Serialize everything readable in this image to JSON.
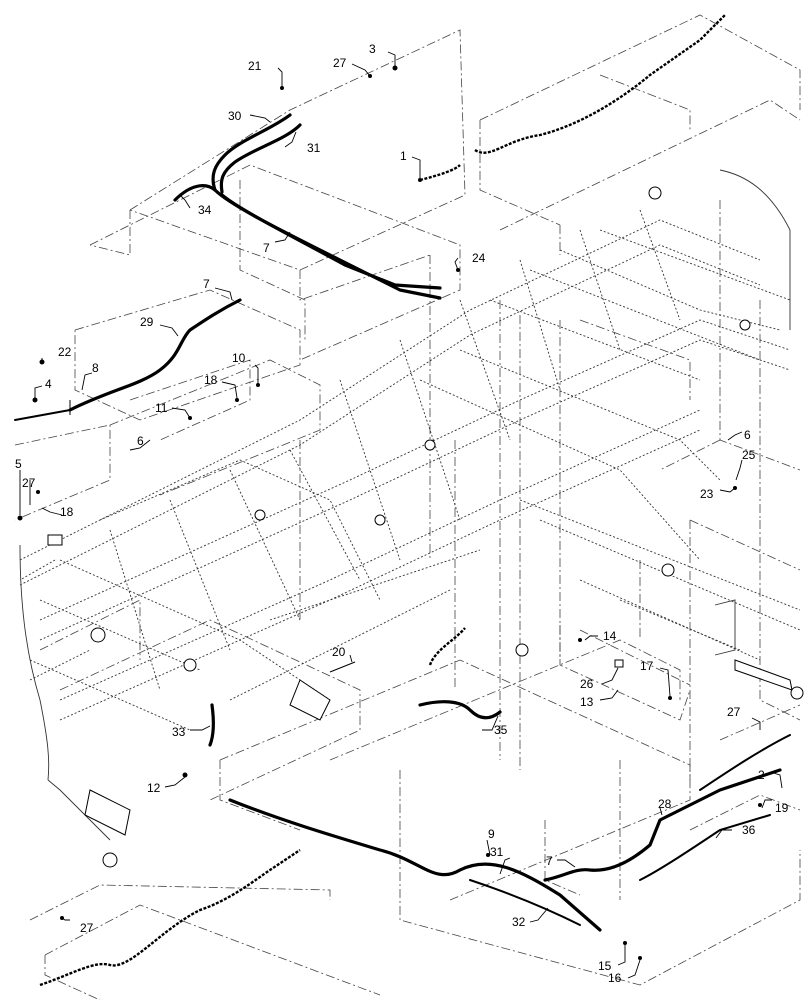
{
  "diagram": {
    "callouts": [
      {
        "id": "c1",
        "label": "1"
      },
      {
        "id": "c2",
        "label": "2"
      },
      {
        "id": "c3",
        "label": "3"
      },
      {
        "id": "c4",
        "label": "4"
      },
      {
        "id": "c5",
        "label": "5"
      },
      {
        "id": "c6a",
        "label": "6"
      },
      {
        "id": "c6b",
        "label": "6"
      },
      {
        "id": "c7a",
        "label": "7"
      },
      {
        "id": "c7b",
        "label": "7"
      },
      {
        "id": "c7c",
        "label": "7"
      },
      {
        "id": "c8",
        "label": "8"
      },
      {
        "id": "c9",
        "label": "9"
      },
      {
        "id": "c10",
        "label": "10"
      },
      {
        "id": "c11",
        "label": "11"
      },
      {
        "id": "c12",
        "label": "12"
      },
      {
        "id": "c13",
        "label": "13"
      },
      {
        "id": "c14",
        "label": "14"
      },
      {
        "id": "c15",
        "label": "15"
      },
      {
        "id": "c16",
        "label": "16"
      },
      {
        "id": "c17",
        "label": "17"
      },
      {
        "id": "c18a",
        "label": "18"
      },
      {
        "id": "c18b",
        "label": "18"
      },
      {
        "id": "c19",
        "label": "19"
      },
      {
        "id": "c20",
        "label": "20"
      },
      {
        "id": "c21",
        "label": "21"
      },
      {
        "id": "c22",
        "label": "22"
      },
      {
        "id": "c23",
        "label": "23"
      },
      {
        "id": "c24",
        "label": "24"
      },
      {
        "id": "c25",
        "label": "25"
      },
      {
        "id": "c26",
        "label": "26"
      },
      {
        "id": "c27a",
        "label": "27"
      },
      {
        "id": "c27b",
        "label": "27"
      },
      {
        "id": "c27c",
        "label": "27"
      },
      {
        "id": "c27d",
        "label": "27"
      },
      {
        "id": "c28",
        "label": "28"
      },
      {
        "id": "c29",
        "label": "29"
      },
      {
        "id": "c30",
        "label": "30"
      },
      {
        "id": "c31a",
        "label": "31"
      },
      {
        "id": "c31b",
        "label": "31"
      },
      {
        "id": "c32",
        "label": "32"
      },
      {
        "id": "c33",
        "label": "33"
      },
      {
        "id": "c34",
        "label": "34"
      },
      {
        "id": "c35",
        "label": "35"
      },
      {
        "id": "c36",
        "label": "36"
      }
    ]
  }
}
